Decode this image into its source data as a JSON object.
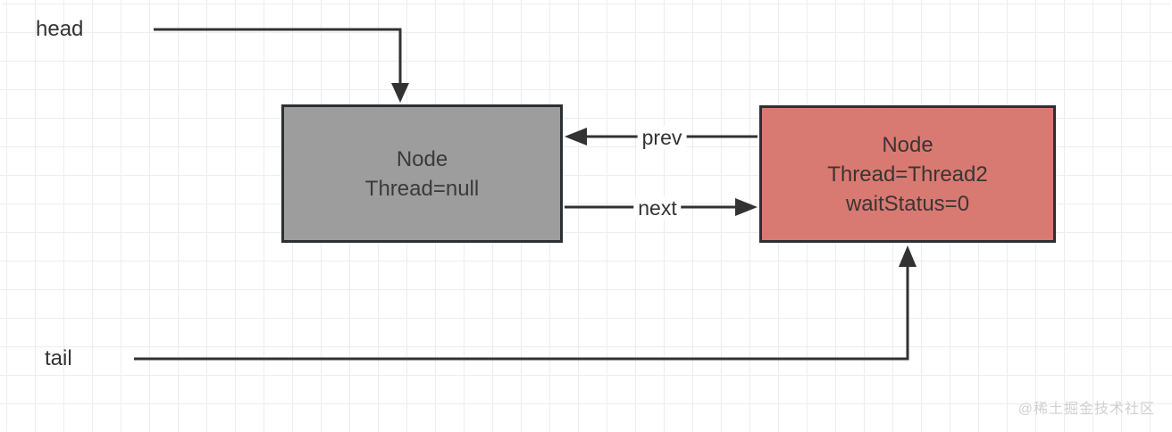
{
  "diagram": {
    "title_hint": "AQS CLH queue linked-list diagram",
    "pointers": {
      "head": {
        "label": "head"
      },
      "tail": {
        "label": "tail"
      }
    },
    "edges": {
      "prev": {
        "label": "prev"
      },
      "next": {
        "label": "next"
      }
    },
    "nodes": {
      "head_node": {
        "line1": "Node",
        "line2": "Thread=null"
      },
      "tail_node": {
        "line1": "Node",
        "line2": "Thread=Thread2",
        "line3": "waitStatus=0"
      }
    },
    "colors": {
      "head_node_fill": "#9d9d9d",
      "tail_node_fill": "#d87a72",
      "node_border": "#2c2f33",
      "connector_line": "#323232",
      "label_text": "#333333",
      "grid_line": "#ededed",
      "watermark_text": "#d0d0d0"
    }
  },
  "watermark": {
    "text": "@稀土掘金技术社区"
  }
}
